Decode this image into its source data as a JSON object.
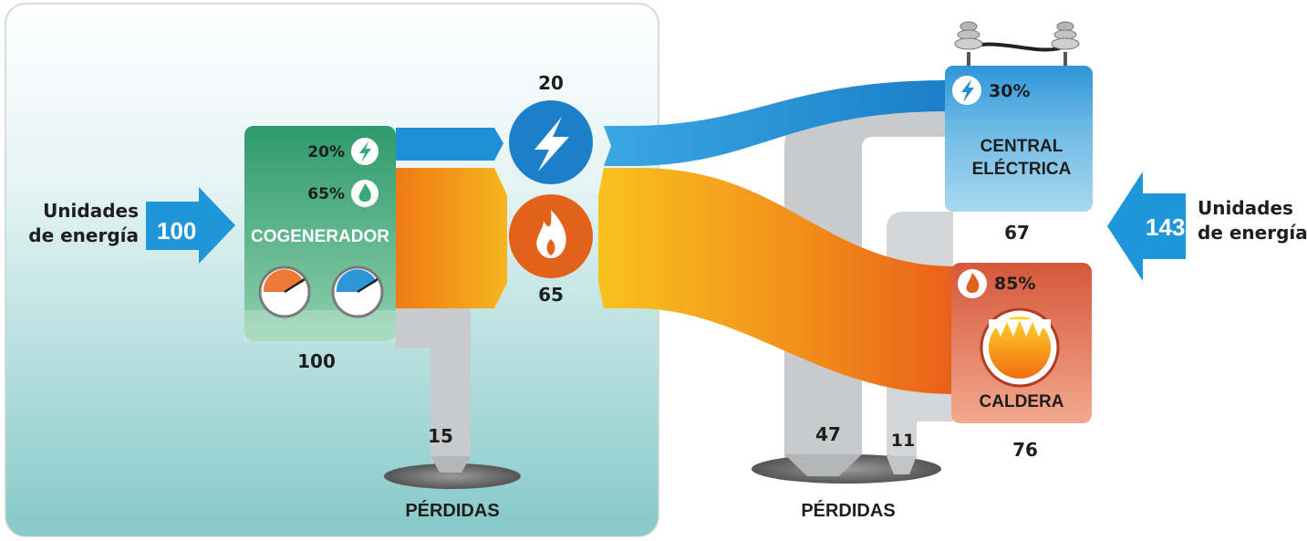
{
  "left_input": {
    "label_line1": "Unidades",
    "label_line2": "de energía",
    "value": "100"
  },
  "right_input": {
    "label_line1": "Unidades",
    "label_line2": "de energía",
    "value": "143"
  },
  "cogenerator": {
    "title": "COGENERADOR",
    "electric_pct": "20%",
    "heat_pct": "65%",
    "total": "100"
  },
  "outputs": {
    "electric": "20",
    "heat": "65"
  },
  "left_losses": {
    "value": "15",
    "label": "PÉRDIDAS"
  },
  "power_plant": {
    "title_line1": "CENTRAL",
    "title_line2": "ELÉCTRICA",
    "pct": "30%",
    "total": "67"
  },
  "boiler": {
    "title": "CALDERA",
    "pct": "85%",
    "total": "76"
  },
  "right_losses": {
    "plant_loss": "47",
    "boiler_loss": "11",
    "label": "PÉRDIDAS"
  },
  "colors": {
    "electric_blue": "#1f8fd6",
    "heat_orange": "#f07a14",
    "cogen_green": "#3aa877",
    "loss_grey": "#c9cacc",
    "arrow_blue": "#1e96d8"
  }
}
